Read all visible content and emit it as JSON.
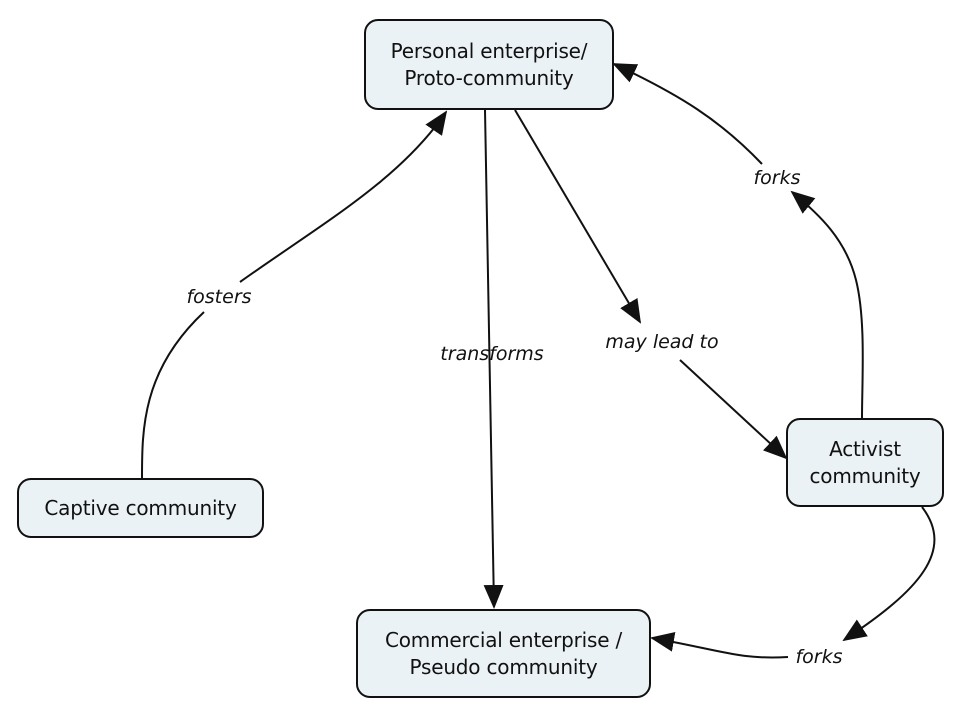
{
  "diagram": {
    "type": "concept-map",
    "colors": {
      "node_fill": "#ebf2f5",
      "node_border": "#111111",
      "line": "#111111",
      "text": "#111111",
      "background": "#ffffff"
    },
    "nodes": [
      {
        "id": "personal",
        "label": "Personal enterprise/\nProto-community"
      },
      {
        "id": "captive",
        "label": "Captive community"
      },
      {
        "id": "activist",
        "label": "Activist\ncommunity"
      },
      {
        "id": "commercial",
        "label": "Commercial enterprise /\nPseudo community"
      }
    ],
    "links": [
      {
        "id": "fosters",
        "from": "captive",
        "to": "personal",
        "label": "fosters"
      },
      {
        "id": "transforms",
        "from": "personal",
        "to": "commercial",
        "label": "transforms"
      },
      {
        "id": "may-lead-to",
        "from": "personal",
        "to": "activist",
        "label": "may lead to"
      },
      {
        "id": "forks-up",
        "from": "activist",
        "to": "personal",
        "label": "forks"
      },
      {
        "id": "forks-down",
        "from": "activist",
        "to": "commercial",
        "label": "forks"
      }
    ]
  }
}
